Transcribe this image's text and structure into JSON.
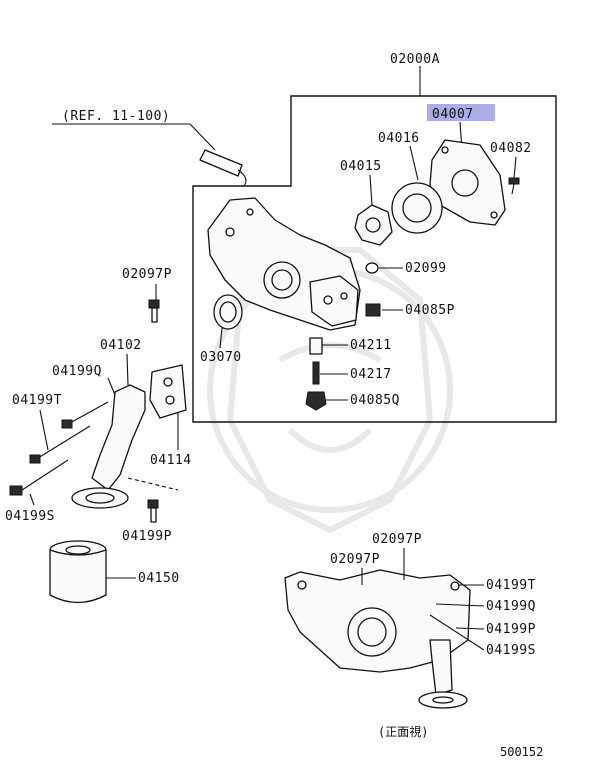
{
  "colors": {
    "highlight": "#a9aee8",
    "ink": "#111111",
    "background": "#ffffff"
  },
  "labels": {
    "assy": "02000A",
    "ref": "(REF. 11-100)",
    "p04007": "04007",
    "p04016": "04016",
    "p04082": "04082",
    "p04015": "04015",
    "p02099": "02099",
    "p02097p_top": "02097P",
    "p04085p": "04085P",
    "p03070": "03070",
    "p04211": "04211",
    "p04217": "04217",
    "p04085q": "04085Q",
    "p04102": "04102",
    "p04199q_left": "04199Q",
    "p04199t_left": "04199T",
    "p04114": "04114",
    "p04199s_left": "04199S",
    "p04199p_left": "04199P",
    "p04150": "04150",
    "p02097p_b1": "02097P",
    "p02097p_b2": "02097P",
    "p04199t_right": "04199T",
    "p04199q_right": "04199Q",
    "p04199p_right": "04199P",
    "p04199s_right": "04199S",
    "front_view": "(正面視)",
    "figure_number": "500152"
  }
}
